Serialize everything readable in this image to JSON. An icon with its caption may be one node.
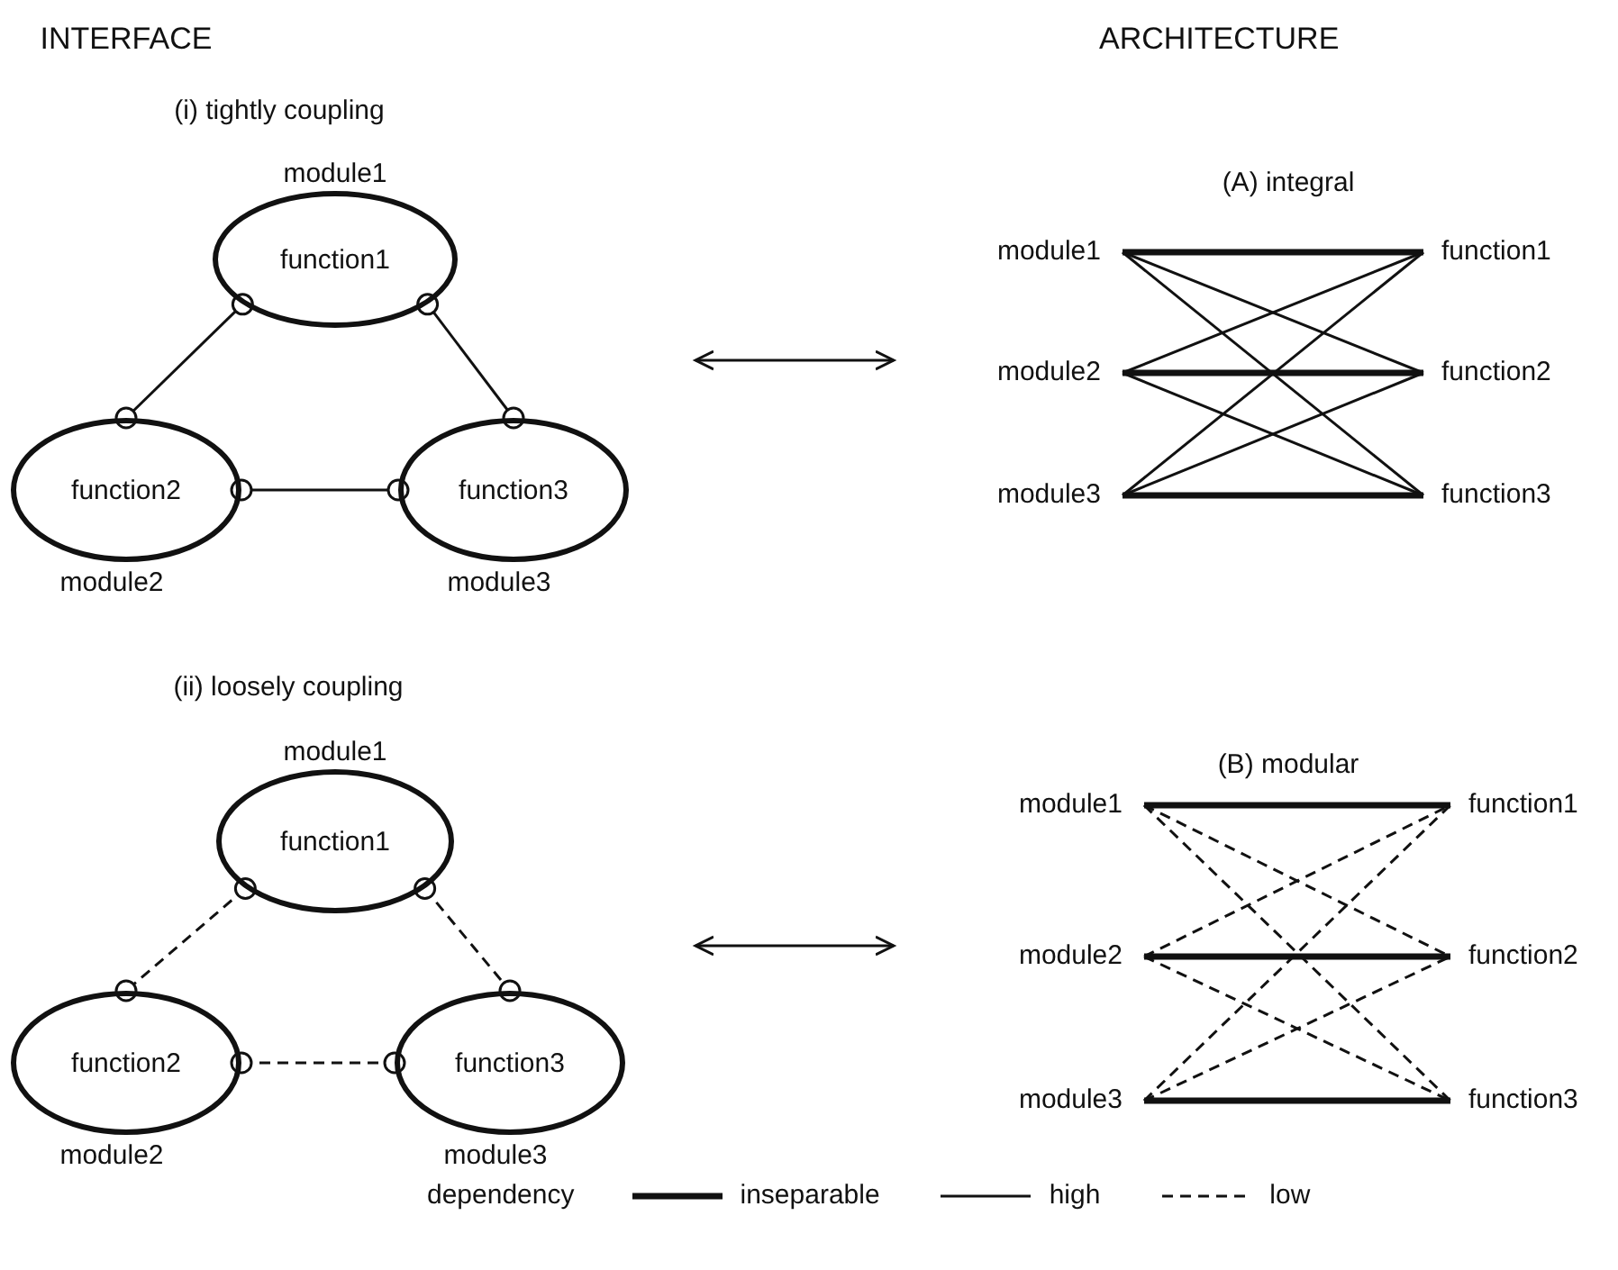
{
  "diagram": {
    "nodes": [
      {
        "text": [
          "module1",
          "function1"
        ]
      },
      {
        "text": [
          "function2",
          "module2"
        ]
      },
      {
        "text": [
          "function3",
          "module3"
        ]
      },
      {
        "text": [
          "module1"
        ]
      },
      {
        "text": [
          "function1"
        ]
      },
      {
        "text": [
          "module2"
        ]
      },
      {
        "text": [
          "function2"
        ]
      },
      {
        "text": [
          "module3"
        ]
      },
      {
        "text": [
          "function3"
        ]
      },
      {
        "text": [
          "module1",
          "function1"
        ]
      },
      {
        "text": [
          "function2",
          "module2"
        ]
      },
      {
        "text": [
          "function3",
          "module3"
        ]
      },
      {
        "text": [
          "module1"
        ]
      },
      {
        "text": [
          "function1"
        ]
      },
      {
        "text": [
          "module2"
        ]
      },
      {
        "text": [
          "function2"
        ]
      },
      {
        "text": [
          "module3"
        ]
      },
      {
        "text": [
          "function3"
        ]
      }
    ],
    "edges": [
      {
        "from": 0,
        "to": 1,
        "arrow": "other"
      },
      {
        "from": 0,
        "to": 2,
        "arrow": "other"
      },
      {
        "from": 1,
        "to": 2,
        "arrow": "other"
      },
      {
        "from": 3,
        "to": 4,
        "arrow": "none",
        "style": "thick"
      },
      {
        "from": 3,
        "to": 6,
        "arrow": "none"
      },
      {
        "from": 3,
        "to": 8,
        "arrow": "none"
      },
      {
        "from": 5,
        "to": 4,
        "arrow": "none"
      },
      {
        "from": 5,
        "to": 6,
        "arrow": "none",
        "style": "thick"
      },
      {
        "from": 5,
        "to": 8,
        "arrow": "none"
      },
      {
        "from": 7,
        "to": 4,
        "arrow": "none"
      },
      {
        "from": 7,
        "to": 6,
        "arrow": "none"
      },
      {
        "from": 7,
        "to": 8,
        "arrow": "none",
        "style": "thick"
      },
      {
        "from": 9,
        "to": 10,
        "arrow": "other",
        "style": "dashed"
      },
      {
        "from": 9,
        "to": 11,
        "arrow": "other",
        "style": "dashed"
      },
      {
        "from": 10,
        "to": 11,
        "arrow": "other",
        "style": "dashed"
      },
      {
        "from": 12,
        "to": 13,
        "arrow": "none",
        "style": "thick"
      },
      {
        "from": 12,
        "to": 15,
        "arrow": "none",
        "style": "dashed"
      },
      {
        "from": 12,
        "to": 17,
        "arrow": "none",
        "style": "dashed"
      },
      {
        "from": 14,
        "to": 13,
        "arrow": "none",
        "style": "dashed"
      },
      {
        "from": 14,
        "to": 15,
        "arrow": "none",
        "style": "thick"
      },
      {
        "from": 14,
        "to": 17,
        "arrow": "none",
        "style": "dashed"
      },
      {
        "from": 16,
        "to": 13,
        "arrow": "none",
        "style": "dashed"
      },
      {
        "from": 16,
        "to": 15,
        "arrow": "none",
        "style": "dashed"
      },
      {
        "from": 16,
        "to": 17,
        "arrow": "none",
        "style": "thick"
      }
    ],
    "labels": [
      "INTERFACE",
      "ARCHITECTURE",
      "(i) tightly coupling",
      "(A) integral",
      "(ii) loosely coupling",
      "(B) modular",
      "dependency"
    ],
    "legend": [
      {
        "text": "inseparable"
      },
      {
        "text": "high"
      },
      {
        "text": "low"
      }
    ]
  }
}
